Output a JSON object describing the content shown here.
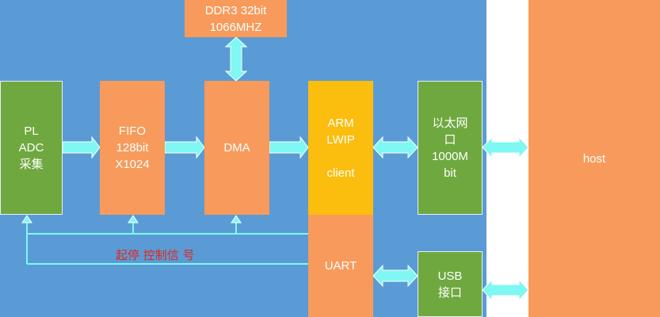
{
  "colors": {
    "board": "#5b9bd5",
    "orange": "#f79a5b",
    "green": "#6fa83f",
    "gold": "#fbbd0e",
    "arrow": "#7ff7f2",
    "signal_text": "#e0261f"
  },
  "blocks": {
    "ddr3": {
      "lines": [
        "DDR3 32bit",
        "1066MHZ"
      ]
    },
    "pl_adc": {
      "lines": [
        "PL",
        "ADC",
        "采集"
      ]
    },
    "fifo": {
      "lines": [
        "FIFO",
        "128bit",
        "X1024"
      ]
    },
    "dma": {
      "lines": [
        "DMA"
      ]
    },
    "arm": {
      "lines": [
        "ARM",
        "LWIP",
        "",
        "client"
      ]
    },
    "ethernet": {
      "lines": [
        "以太网",
        "口",
        "1000M",
        "bit"
      ]
    },
    "uart": {
      "lines": [
        "UART"
      ]
    },
    "usb": {
      "lines": [
        "USB",
        "接口"
      ]
    },
    "host": {
      "lines": [
        "host"
      ]
    }
  },
  "control_signal_label": "起停 控制信 号"
}
